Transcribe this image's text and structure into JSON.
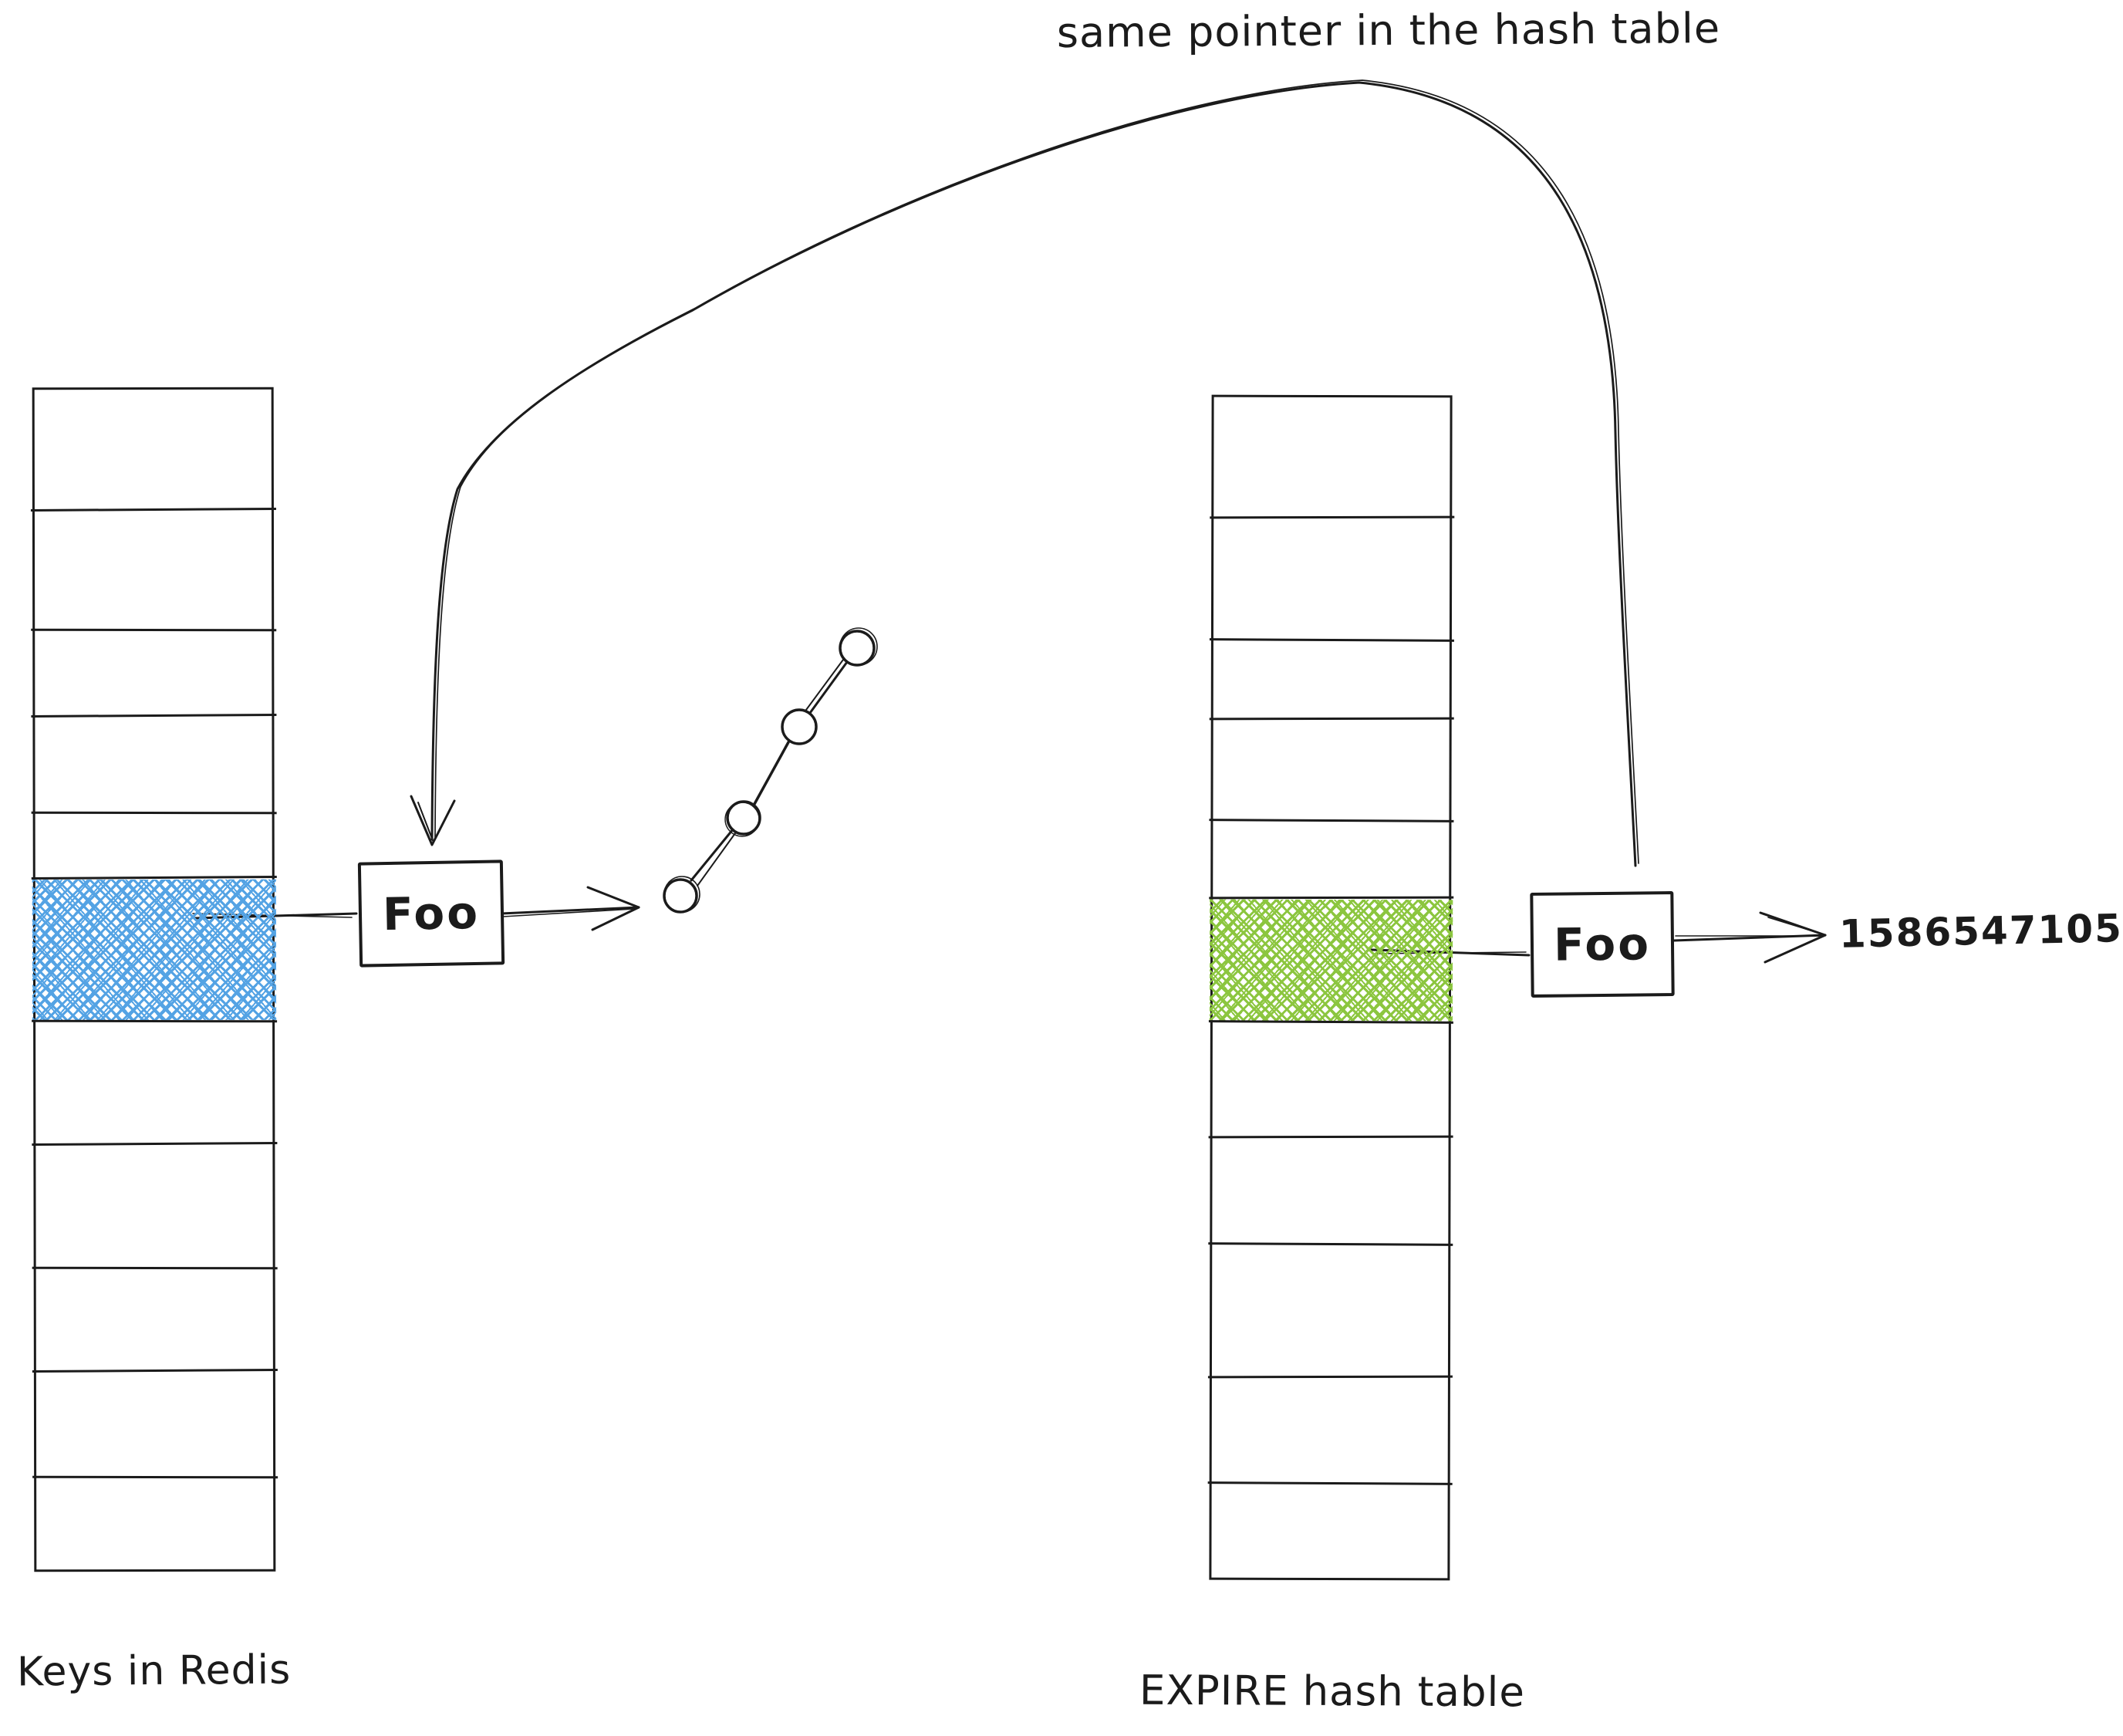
{
  "title": "same pointer in the hash table",
  "colors": {
    "ink": "#1b1b1b",
    "highlight_blue": "#54a3e4",
    "highlight_green": "#8cc63f"
  },
  "keys_table": {
    "label": "Keys in Redis",
    "row_count": 11,
    "highlight_row_index": 5,
    "highlight_color_name": "blue"
  },
  "expire_table": {
    "label": "EXPIRE hash table",
    "row_count": 11,
    "highlight_row_index": 5,
    "highlight_color_name": "green"
  },
  "key_entry": {
    "label": "Foo"
  },
  "expire_entry": {
    "label": "Foo",
    "value": "1586547105"
  },
  "linked_list": {
    "node_count": 4
  }
}
